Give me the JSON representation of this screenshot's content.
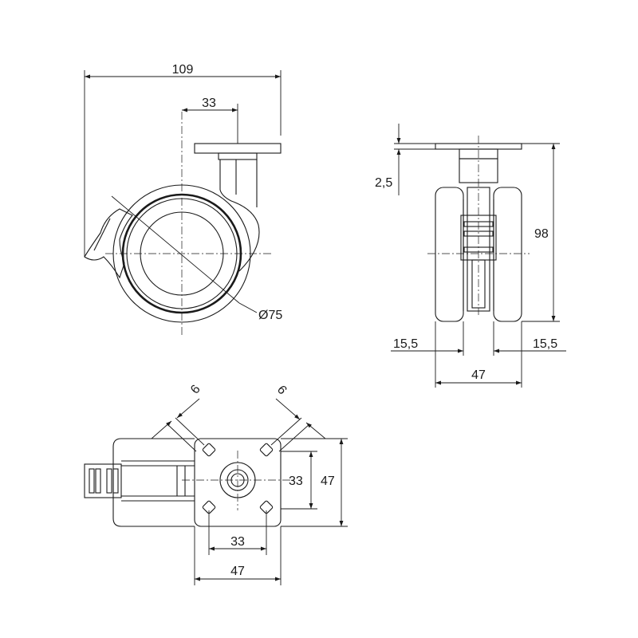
{
  "dimensions": {
    "side_width": "109",
    "side_offset": "33",
    "wheel_diameter": "Ø75",
    "front_plate_thickness": "2,5",
    "front_height": "98",
    "front_wheel_left": "15,5",
    "front_wheel_right": "15,5",
    "front_plate_width": "47",
    "top_slot_left": "6",
    "top_slot_right": "6",
    "top_hole_spacing_v": "33",
    "top_plate_height": "47",
    "top_hole_spacing_h": "33",
    "top_plate_width": "47"
  }
}
